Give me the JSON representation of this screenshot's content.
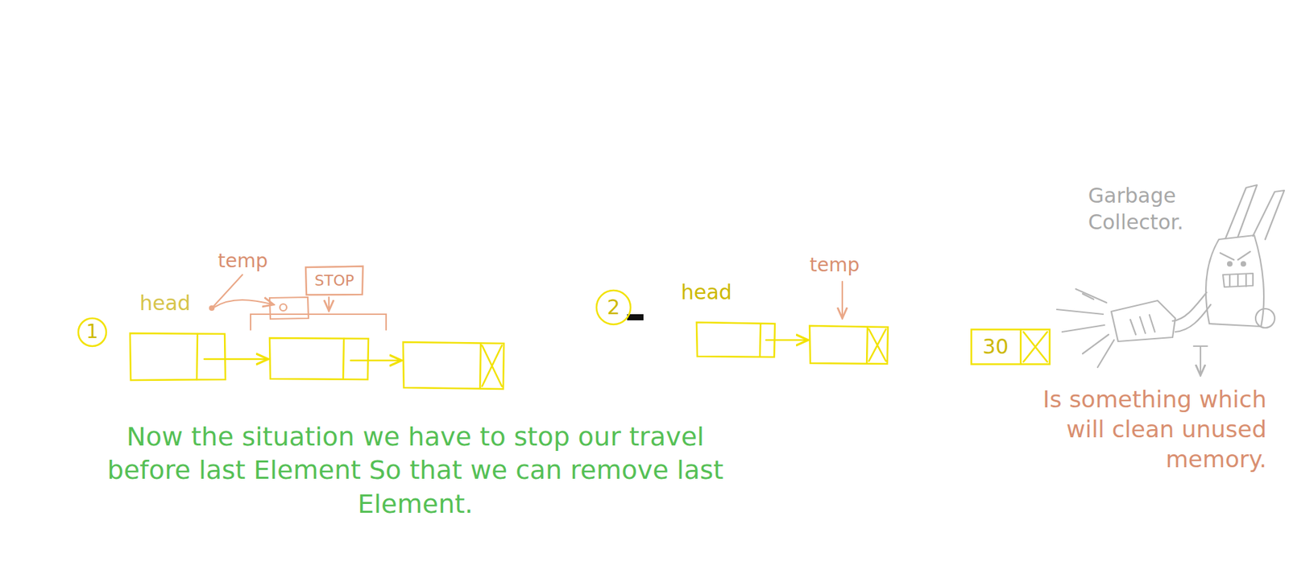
{
  "diagram": {
    "nodes": [
      {
        "text": [
          "1"
        ]
      },
      {
        "text": [
          "STOP"
        ]
      },
      {
        "text": [
          "2"
        ]
      },
      {
        "text": [
          "30"
        ]
      }
    ],
    "labels": [
      "head",
      "temp",
      "head",
      "temp",
      "Garbage Collector.",
      "Is something which will clean unused memory.",
      "Now the situation we have to stop our travel before last Element So that we can remove last Element."
    ]
  }
}
